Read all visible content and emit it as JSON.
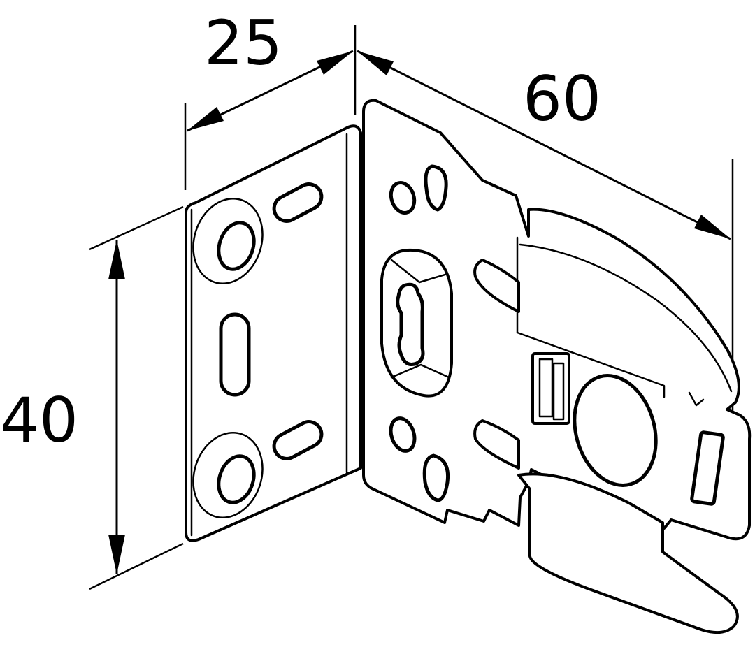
{
  "drawing": {
    "dimensions": {
      "depth": "25",
      "length": "60",
      "height": "40"
    }
  }
}
